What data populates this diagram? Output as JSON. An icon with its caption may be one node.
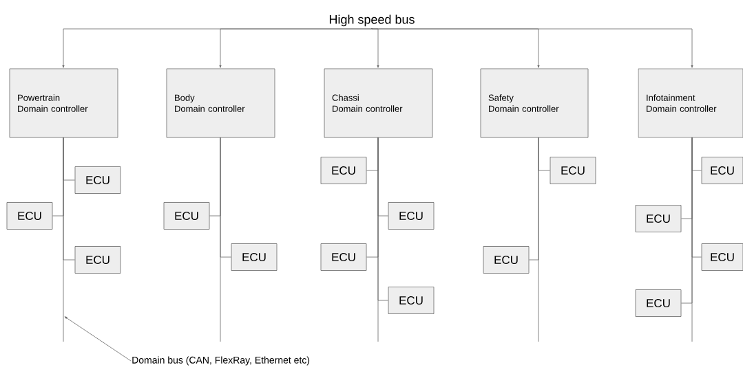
{
  "diagram": {
    "nodes": [
      {
        "text": [
          "High speed bus"
        ]
      },
      {
        "text": [
          "Powertrain",
          "Domain controller"
        ]
      },
      {
        "text": [
          "Body",
          "Domain controller"
        ]
      },
      {
        "text": [
          "Chassi",
          "Domain controller"
        ]
      },
      {
        "text": [
          "Safety",
          "Domain controller"
        ]
      },
      {
        "text": [
          "Infotainment",
          "Domain controller"
        ]
      },
      {
        "text": [
          "ECU"
        ]
      },
      {
        "text": [
          "ECU"
        ]
      },
      {
        "text": [
          "ECU"
        ]
      },
      {
        "text": [
          "ECU"
        ]
      },
      {
        "text": [
          "ECU"
        ]
      },
      {
        "text": [
          "ECU"
        ]
      },
      {
        "text": [
          "ECU"
        ]
      },
      {
        "text": [
          "ECU"
        ]
      },
      {
        "text": [
          "ECU"
        ]
      },
      {
        "text": [
          "ECU"
        ]
      },
      {
        "text": [
          "ECU"
        ]
      },
      {
        "text": [
          "ECU"
        ]
      },
      {
        "text": [
          "ECU"
        ]
      },
      {
        "text": [
          "ECU"
        ]
      },
      {
        "text": [
          "ECU"
        ]
      },
      {
        "text": [
          "Domain bus (CAN, FlexRay, Ethernet etc)"
        ]
      }
    ],
    "edges": [
      {
        "from": 0,
        "to": 1,
        "arrow": "to"
      },
      {
        "from": 0,
        "to": 2,
        "arrow": "to"
      },
      {
        "from": 0,
        "to": 3,
        "arrow": "to"
      },
      {
        "from": 0,
        "to": 4,
        "arrow": "to"
      },
      {
        "from": 0,
        "to": 5,
        "arrow": "to"
      },
      {
        "from": 1,
        "to": 6,
        "arrow": "none"
      },
      {
        "from": 1,
        "to": 7,
        "arrow": "none"
      },
      {
        "from": 1,
        "to": 8,
        "arrow": "none"
      },
      {
        "from": 2,
        "to": 9,
        "arrow": "none"
      },
      {
        "from": 2,
        "to": 10,
        "arrow": "none"
      },
      {
        "from": 3,
        "to": 11,
        "arrow": "none"
      },
      {
        "from": 3,
        "to": 12,
        "arrow": "none"
      },
      {
        "from": 3,
        "to": 13,
        "arrow": "none"
      },
      {
        "from": 3,
        "to": 14,
        "arrow": "none"
      },
      {
        "from": 4,
        "to": 15,
        "arrow": "none"
      },
      {
        "from": 4,
        "to": 16,
        "arrow": "none"
      },
      {
        "from": 5,
        "to": 17,
        "arrow": "none"
      },
      {
        "from": 5,
        "to": 18,
        "arrow": "none"
      },
      {
        "from": 5,
        "to": 19,
        "arrow": "none"
      },
      {
        "from": 5,
        "to": 20,
        "arrow": "none"
      },
      {
        "from": 21,
        "to": null,
        "arrow": "to"
      }
    ]
  }
}
